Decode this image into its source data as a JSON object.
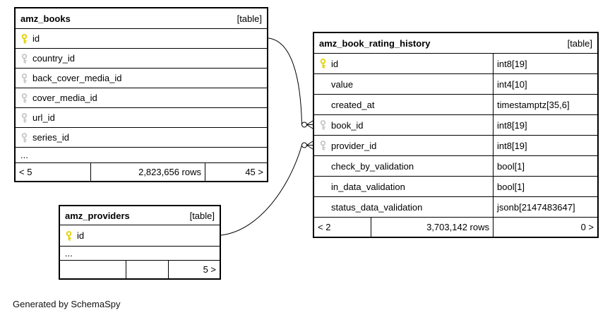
{
  "diagram": {
    "generated_by": "Generated by SchemaSpy"
  },
  "colors": {
    "primary_key_icon": "#e3cf00",
    "foreign_key_icon": "#c6c6c6",
    "table_border": "#000000",
    "background": "#ffffff"
  },
  "tables": {
    "amz_books": {
      "title": "amz_books",
      "tag": "[table]",
      "rows": [
        {
          "name": "id",
          "key": "primary-key"
        },
        {
          "name": "country_id",
          "key": "foreign-key"
        },
        {
          "name": "back_cover_media_id",
          "key": "foreign-key"
        },
        {
          "name": "cover_media_id",
          "key": "foreign-key"
        },
        {
          "name": "url_id",
          "key": "foreign-key"
        },
        {
          "name": "series_id",
          "key": "foreign-key"
        }
      ],
      "more_indicator": "...",
      "footer": {
        "related_in": "< 5",
        "row_count": "2,823,656 rows",
        "related_out": "45 >"
      }
    },
    "amz_book_rating_history": {
      "title": "amz_book_rating_history",
      "tag": "[table]",
      "rows": [
        {
          "name": "id",
          "type": "int8[19]",
          "key": "primary-key"
        },
        {
          "name": "value",
          "type": "int4[10]",
          "key": null
        },
        {
          "name": "created_at",
          "type": "timestamptz[35,6]",
          "key": null
        },
        {
          "name": "book_id",
          "type": "int8[19]",
          "key": "foreign-key"
        },
        {
          "name": "provider_id",
          "type": "int8[19]",
          "key": "foreign-key"
        },
        {
          "name": "check_by_validation",
          "type": "bool[1]",
          "key": null
        },
        {
          "name": "in_data_validation",
          "type": "bool[1]",
          "key": null
        },
        {
          "name": "status_data_validation",
          "type": "jsonb[2147483647]",
          "key": null
        }
      ],
      "footer": {
        "related_in": "< 2",
        "row_count": "3,703,142 rows",
        "related_out": "0 >"
      }
    },
    "amz_providers": {
      "title": "amz_providers",
      "tag": "[table]",
      "rows": [
        {
          "name": "id",
          "key": "primary-key"
        }
      ],
      "more_indicator": "...",
      "footer": {
        "related_in": "",
        "row_count": "",
        "related_out": "5 >"
      }
    }
  },
  "relationships": [
    {
      "from": "amz_books.id",
      "to": "amz_book_rating_history.book_id"
    },
    {
      "from": "amz_providers.id",
      "to": "amz_book_rating_history.provider_id"
    }
  ]
}
